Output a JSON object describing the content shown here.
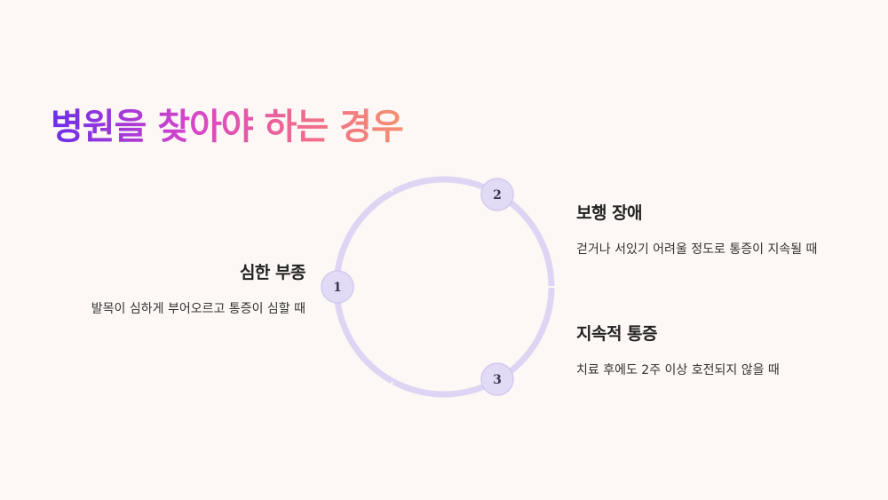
{
  "title": "병원을 찾아야 하는 경우",
  "colors": {
    "background": "#fdf8f5",
    "ring": "#ddd5f3",
    "badge_fill": "#e2dbf6",
    "badge_stroke": "#d3c9ef",
    "title_gradient": [
      "#6a2ee8",
      "#d845c8",
      "#f06890",
      "#f59070"
    ]
  },
  "steps": [
    {
      "number": "1",
      "heading": "심한 부종",
      "description": "발목이 심하게 부어오르고 통증이 심할 때"
    },
    {
      "number": "2",
      "heading": "보행 장애",
      "description": "걷거나 서있기 어려울 정도로 통증이 지속될 때"
    },
    {
      "number": "3",
      "heading": "지속적 통증",
      "description": "치료 후에도 2주 이상 호전되지 않을 때"
    }
  ]
}
